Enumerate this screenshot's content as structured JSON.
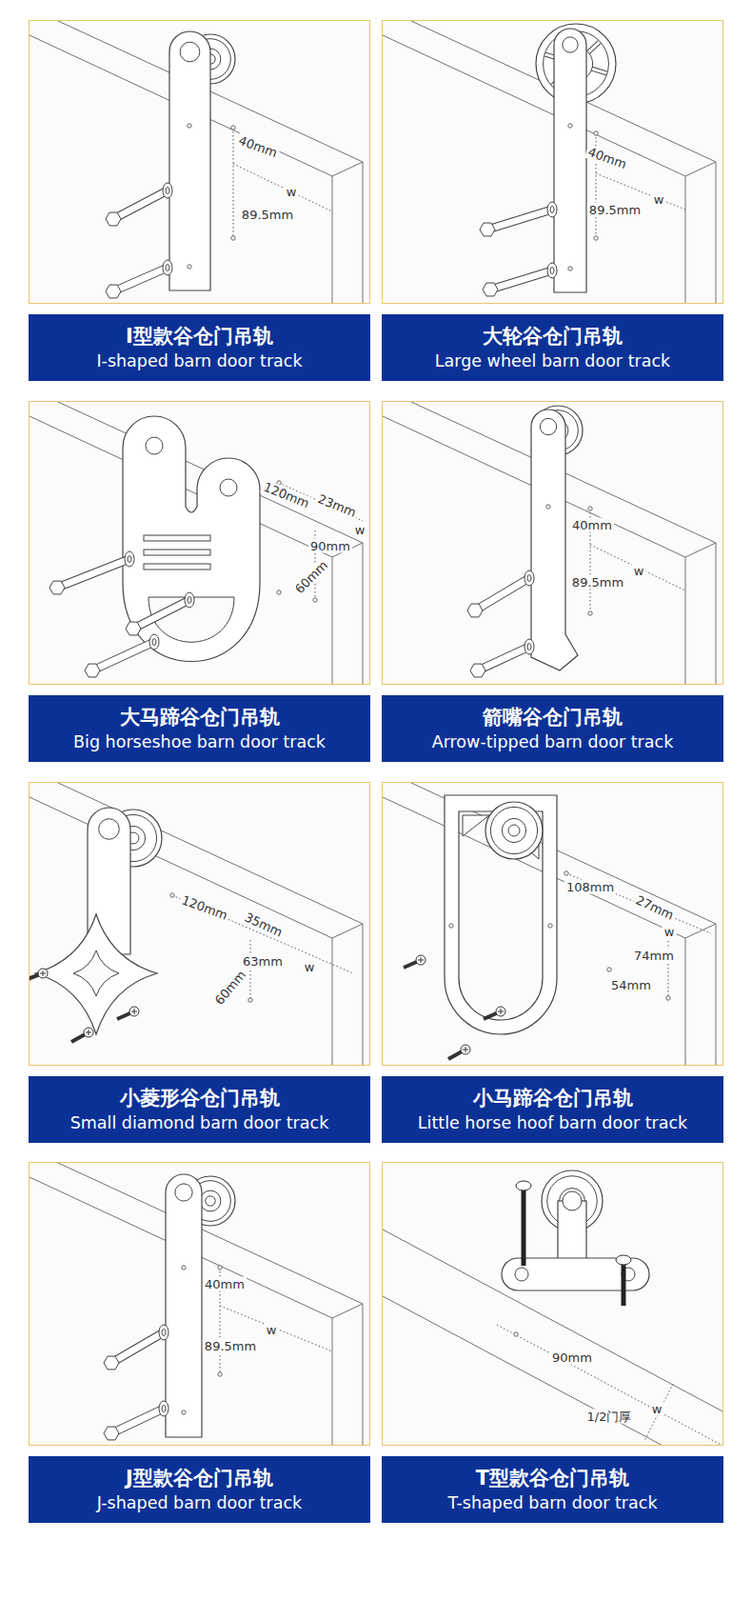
{
  "diagram": {
    "nodes": [
      {
        "text": [
          "I型款谷仓门吊轨",
          "I-shaped barn door track"
        ]
      },
      {
        "text": [
          "大轮谷仓门吊轨",
          "Large wheel barn door track"
        ]
      },
      {
        "text": [
          "大马蹄谷仓门吊轨",
          "Big horseshoe barn door track"
        ]
      },
      {
        "text": [
          "箭嘴谷仓门吊轨",
          "Arrow-tipped barn door track"
        ]
      },
      {
        "text": [
          "小菱形谷仓门吊轨",
          "Small diamond barn door track"
        ]
      },
      {
        "text": [
          "小马蹄谷仓门吊轨",
          "Little horse hoof barn door track"
        ]
      },
      {
        "text": [
          "J型款谷仓门吊轨",
          "J-shaped barn door track"
        ]
      },
      {
        "text": [
          "T型款谷仓门吊轨",
          "T-shaped barn door track"
        ]
      }
    ],
    "edges": [],
    "labels": [
      "40mm",
      "w",
      "89.5mm",
      "40mm",
      "w",
      "89.5mm",
      "120mm",
      "23mm",
      "w",
      "90mm",
      "60mm",
      "40mm",
      "w",
      "89.5mm",
      "120mm",
      "35mm",
      "63mm",
      "w",
      "60mm",
      "108mm",
      "27mm",
      "w",
      "74mm",
      "54mm",
      "40mm",
      "w",
      "89.5mm",
      "90mm",
      "1/2门厚",
      "w"
    ]
  }
}
